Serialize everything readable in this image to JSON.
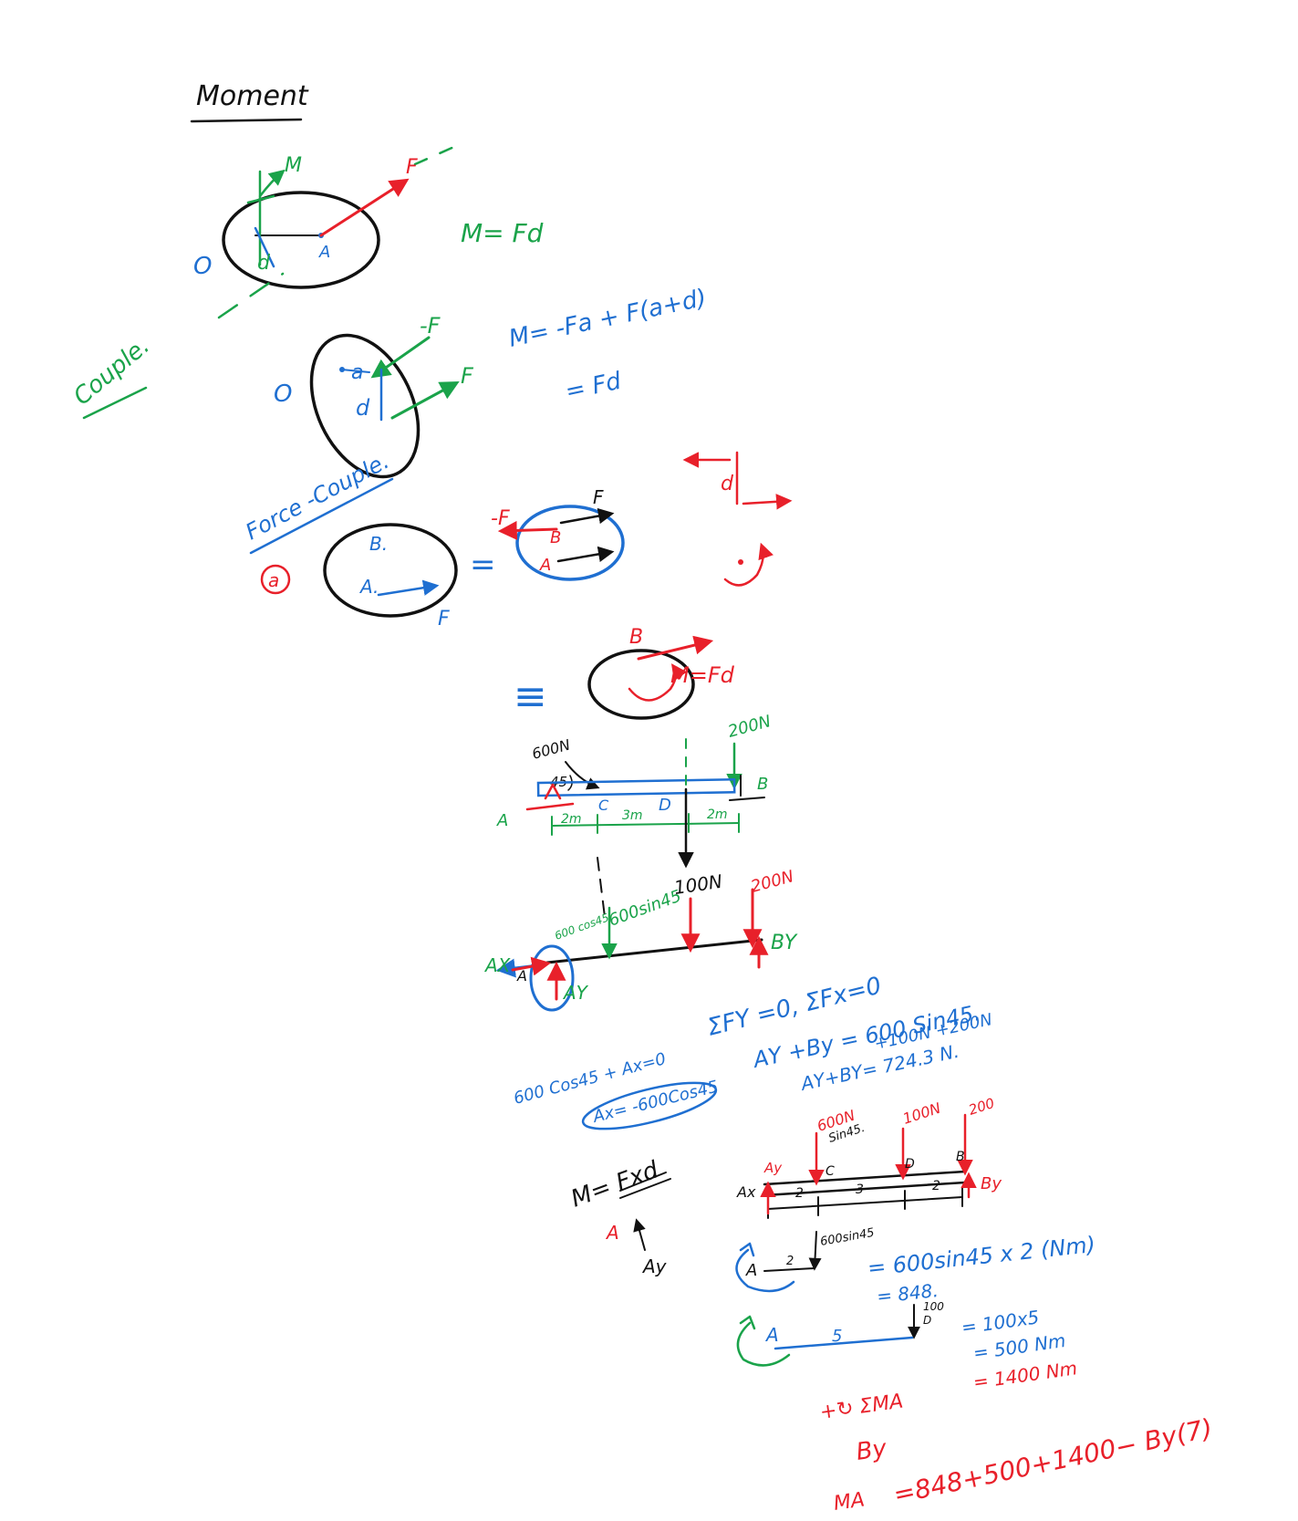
{
  "colors": {
    "black": "#111111",
    "green": "#1aa34a",
    "blue": "#1f6fd1",
    "red": "#e8202a"
  },
  "moment": {
    "title": "Moment",
    "label_M": "M",
    "label_F": "F",
    "label_A": "A",
    "label_O": "O",
    "label_d": "d",
    "formula": "M= Fd"
  },
  "couple": {
    "title": "Couple.",
    "label_O": "O",
    "label_negF": "-F",
    "label_F": "F",
    "label_a": "a",
    "label_d": "d",
    "formula1": "M= -Fa + F(a+d)",
    "formula2": "= Fd"
  },
  "force_couple": {
    "title": "Force -Couple.",
    "marker": "a",
    "left_B": "B.",
    "left_A": "A.",
    "left_F": "F",
    "equals": "=",
    "mid_negF": "-F",
    "mid_F": "F",
    "mid_B": "B",
    "mid_A": "A",
    "side_d": "d",
    "equiv": "≡",
    "eq_B": "B",
    "eq_M": "M=Fd"
  },
  "beam": {
    "load_600": "600N",
    "angle": "45",
    "load_200": "200N",
    "label_B": "B",
    "label_A": "A",
    "label_C": "C",
    "label_D": "D",
    "dim_2m_left": "2m",
    "dim_3m": "3m",
    "dim_2m_right": "2m"
  },
  "fbd": {
    "label_600cos": "600 cos45",
    "label_600sin": "600sin45",
    "label_100N": "100N",
    "label_200N": "200N",
    "label_By": "BY",
    "label_Ax": "AX",
    "label_A": "A",
    "label_Ay": "AY"
  },
  "equations": {
    "eq1": "ΣFY =0, ΣFx=0",
    "eq2": "AY +By = 600 Sin45.",
    "eq3": "+100N +200N",
    "eq4": "AY+BY= 724.3 N.",
    "eq5": "600 Cos45 + Ax=0",
    "eq6": "Ax= -600Cos45"
  },
  "moment_note": {
    "formula": "M= Fxd",
    "label_A": "A",
    "label_Ay": "Ay"
  },
  "beam2": {
    "load_600": "600N",
    "load_600_sub": "Sin45.",
    "load_100": "100N",
    "load_200": "200",
    "label_Ay": "Ay",
    "label_Ax": "Ax",
    "label_C": "C",
    "label_D": "D",
    "label_B": "B",
    "label_By": "By",
    "dim1": "2",
    "dim2": "3",
    "dim3": "2"
  },
  "calc": {
    "load_600sin": "600sin45",
    "label_A1": "A",
    "dist1": "2",
    "line1": "= 600sin45 x 2 (Nm)",
    "line2": "= 848.",
    "load_100": "100",
    "label_D": "D",
    "label_A2": "A",
    "dist2": "5",
    "line3": "= 100x5",
    "line4": "= 500 Nm",
    "line5": "= 1400 Nm",
    "sum_label": "+↻ ΣMA",
    "by_label": "By",
    "ma_label": "MA",
    "final": "=848+500+1400− By(7)"
  }
}
